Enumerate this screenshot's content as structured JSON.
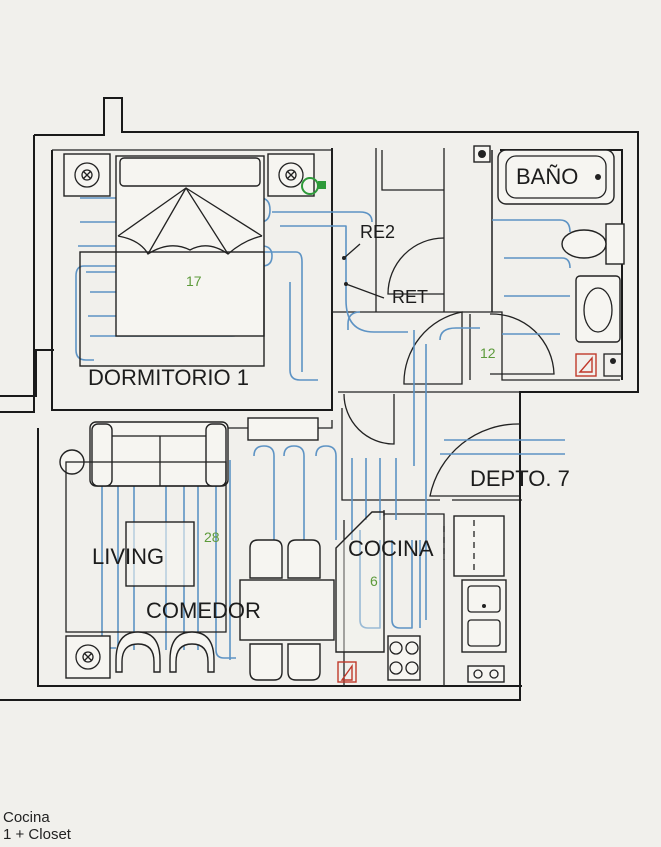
{
  "rooms": {
    "dormitorio": "DORMITORIO 1",
    "bano": "BAÑO",
    "living": "LIVING",
    "comedor": "COMEDOR",
    "cocina": "COCINA",
    "depto": "DEPTO. 7"
  },
  "valves": {
    "re2": "RE2",
    "ret": "RET"
  },
  "zone_numbers": {
    "dormitorio": "17",
    "living": "28",
    "pasillo": "12",
    "cocina": "6"
  },
  "legend": {
    "line1": "Cocina",
    "line2": "1 + Closet"
  },
  "colors": {
    "pipe": "#5d93c4",
    "zone_number": "#5c9a3a",
    "wall": "#1a1a1a",
    "valve_marker": "#2e9a3a",
    "warning": "#c0392b"
  }
}
